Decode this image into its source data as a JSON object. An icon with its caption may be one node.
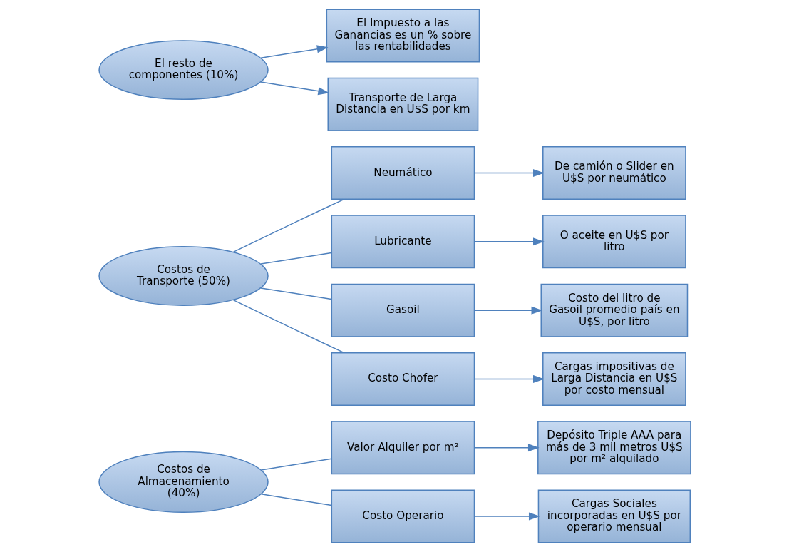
{
  "diagram": {
    "nodes": [
      {
        "text": [
          "Costos de Almacenamiento (40%)"
        ]
      },
      {
        "text": [
          "Valor Alquiler por m²"
        ]
      },
      {
        "text": [
          "Depósito Triple AAA para más de 3 mil metros U$S por m² alquilado"
        ]
      },
      {
        "text": [
          "Costo Operario"
        ]
      },
      {
        "text": [
          "Cargas Sociales incorporadas en U$S por operario mensual"
        ]
      },
      {
        "text": [
          "Costos de Transporte (50%)"
        ]
      },
      {
        "text": [
          "Neumático"
        ]
      },
      {
        "text": [
          "De camión o Slider en U$S por neumático"
        ]
      },
      {
        "text": [
          "Lubricante"
        ]
      },
      {
        "text": [
          "O aceite en U$S por litro"
        ]
      },
      {
        "text": [
          "Gasoil"
        ]
      },
      {
        "text": [
          "Costo del litro de Gasoil promedio país en U$S, por litro"
        ]
      },
      {
        "text": [
          "Costo Chofer"
        ]
      },
      {
        "text": [
          "Cargas impositivas de Larga Distancia en U$S por costo mensual"
        ]
      },
      {
        "text": [
          "El resto de componentes (10%)"
        ]
      },
      {
        "text": [
          "El Impuesto a las Ganancias es un % sobre las rentabilidades"
        ]
      },
      {
        "text": [
          "Transporte de Larga Distancia en U$S por km"
        ]
      }
    ],
    "edges": [
      {
        "from": 0,
        "to": 1,
        "arrow": "none"
      },
      {
        "from": 0,
        "to": 3,
        "arrow": "none"
      },
      {
        "from": 1,
        "to": 2,
        "arrow": "to"
      },
      {
        "from": 3,
        "to": 4,
        "arrow": "to"
      },
      {
        "from": 5,
        "to": 6,
        "arrow": "none"
      },
      {
        "from": 5,
        "to": 8,
        "arrow": "none"
      },
      {
        "from": 5,
        "to": 10,
        "arrow": "none"
      },
      {
        "from": 5,
        "to": 12,
        "arrow": "none"
      },
      {
        "from": 6,
        "to": 7,
        "arrow": "to"
      },
      {
        "from": 8,
        "to": 9,
        "arrow": "to"
      },
      {
        "from": 10,
        "to": 11,
        "arrow": "to"
      },
      {
        "from": 12,
        "to": 13,
        "arrow": "to"
      },
      {
        "from": 14,
        "to": 15,
        "arrow": "to"
      },
      {
        "from": 14,
        "to": 16,
        "arrow": "to"
      }
    ]
  }
}
